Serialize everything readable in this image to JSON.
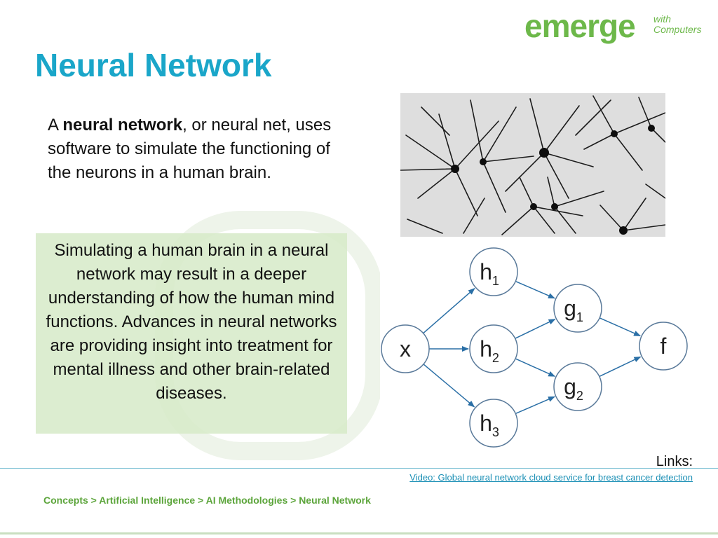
{
  "logo": {
    "main": "emerge",
    "sub_line1": "with",
    "sub_line2": "Computers"
  },
  "title": "Neural Network",
  "intro": {
    "prefix": "A ",
    "bold": "neural network",
    "suffix": ", or neural net, uses software to simulate the functioning of the neurons in a human brain."
  },
  "callout": "Simulating a human brain in a neural network may result in a deeper understanding of how the human mind functions. Advances in neural networks are providing insight into treatment for mental illness and other brain-related diseases.",
  "diagram": {
    "nodes": [
      {
        "id": "x",
        "base": "x",
        "sub": ""
      },
      {
        "id": "h1",
        "base": "h",
        "sub": "1"
      },
      {
        "id": "h2",
        "base": "h",
        "sub": "2"
      },
      {
        "id": "h3",
        "base": "h",
        "sub": "3"
      },
      {
        "id": "g1",
        "base": "g",
        "sub": "1"
      },
      {
        "id": "g2",
        "base": "g",
        "sub": "2"
      },
      {
        "id": "f",
        "base": "f",
        "sub": ""
      }
    ],
    "edges": [
      [
        "x",
        "h1"
      ],
      [
        "x",
        "h2"
      ],
      [
        "x",
        "h3"
      ],
      [
        "h1",
        "g1"
      ],
      [
        "h2",
        "g1"
      ],
      [
        "h2",
        "g2"
      ],
      [
        "h3",
        "g2"
      ],
      [
        "g1",
        "f"
      ],
      [
        "g2",
        "f"
      ]
    ]
  },
  "links": {
    "label": "Links:",
    "video": "Video: Global neural network cloud service for breast cancer detection"
  },
  "breadcrumb": "Concepts > Artificial Intelligence > AI Methodologies > Neural Network",
  "colors": {
    "title": "#1aa6c9",
    "brand_green": "#6db84a",
    "link": "#1a8fb5",
    "callout_bg": "#d6eac8"
  }
}
